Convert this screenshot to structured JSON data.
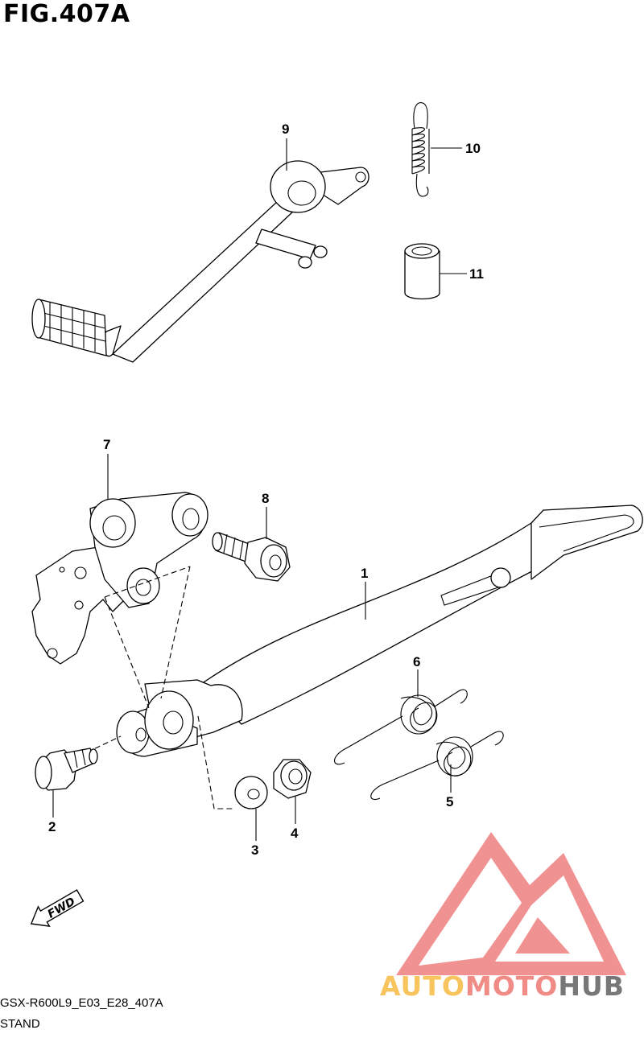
{
  "figure": {
    "title": "FIG.407A",
    "code": "GSX-R600L9_E03_E28_407A",
    "name": "STAND"
  },
  "callouts": {
    "c1": "1",
    "c2": "2",
    "c3": "3",
    "c4": "4",
    "c5": "5",
    "c6": "6",
    "c7": "7",
    "c8": "8",
    "c9": "9",
    "c10": "10",
    "c11": "11"
  },
  "fwd_label": "FWD",
  "watermark": {
    "auto": "AUTO",
    "moto": "MOTO",
    "hub": "HUB",
    "colors": {
      "auto": "#f7c45e",
      "moto": "#f08b86",
      "hub": "#777777",
      "logo": "#ef7f7f"
    }
  }
}
